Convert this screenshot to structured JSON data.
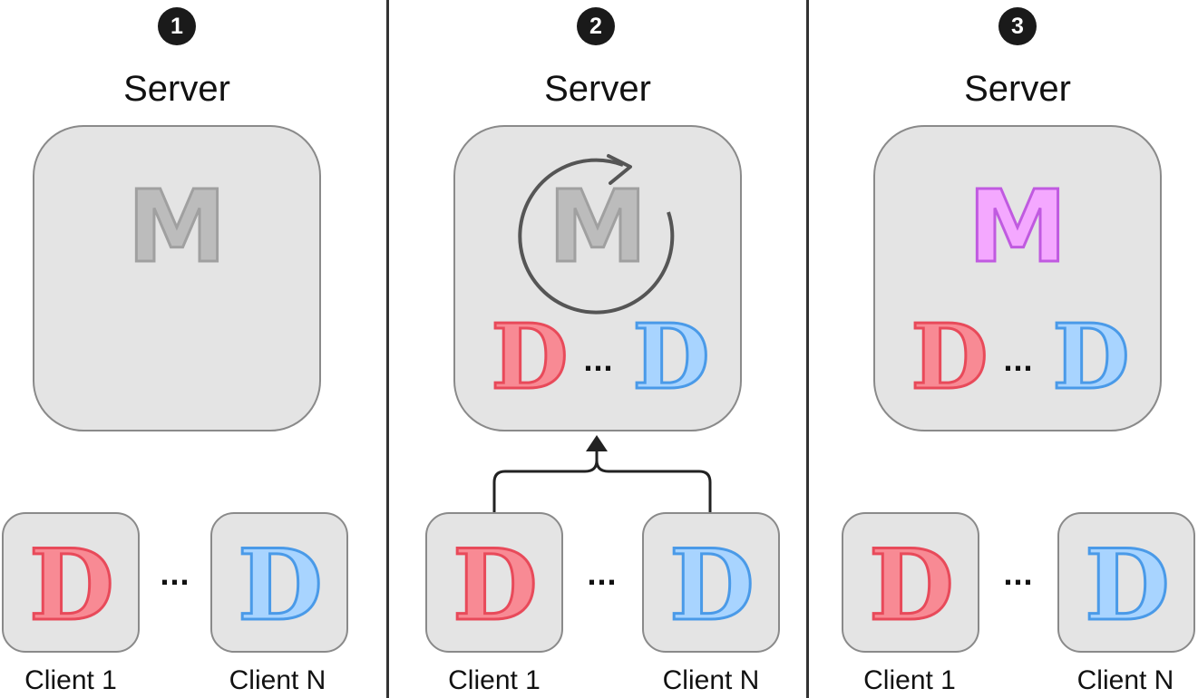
{
  "colors": {
    "client_a": "#f88a94",
    "client_a_stroke": "#e84a5a",
    "client_b": "#a8d4ff",
    "client_b_stroke": "#4a9ae8",
    "model_inactive": "#bcbcbc",
    "model_inactive_stroke": "#a0a0a0",
    "model_trained": "#f4a8ff",
    "model_trained_stroke": "#c05ae0",
    "box_fill": "#e4e4e4",
    "box_stroke": "#8a8a8a"
  },
  "panels": [
    {
      "step": "1",
      "server_label": "Server",
      "model_letter": "M",
      "model_state": "inactive",
      "server_data": [],
      "ellipsis": "...",
      "clients": [
        {
          "label": "Client 1",
          "data_letter": "D"
        },
        {
          "label": "Client N",
          "data_letter": "D"
        }
      ]
    },
    {
      "step": "2",
      "server_label": "Server",
      "model_letter": "M",
      "model_state": "training",
      "server_data": [
        "D",
        "D"
      ],
      "ellipsis": "...",
      "clients": [
        {
          "label": "Client 1",
          "data_letter": "D"
        },
        {
          "label": "Client N",
          "data_letter": "D"
        }
      ]
    },
    {
      "step": "3",
      "server_label": "Server",
      "model_letter": "M",
      "model_state": "trained",
      "server_data": [
        "D",
        "D"
      ],
      "ellipsis": "...",
      "clients": [
        {
          "label": "Client 1",
          "data_letter": "D"
        },
        {
          "label": "Client N",
          "data_letter": "D"
        }
      ]
    }
  ]
}
